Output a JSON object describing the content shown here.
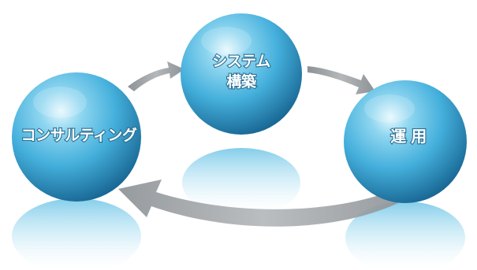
{
  "diagram": {
    "nodes": [
      {
        "id": "consulting",
        "label": "コンサルティング"
      },
      {
        "id": "system_build",
        "label_line1": "システム",
        "label_line2": "構築"
      },
      {
        "id": "operation",
        "label": "運 用"
      }
    ],
    "cycle": [
      "consulting",
      "system_build",
      "operation",
      "consulting"
    ],
    "colors": {
      "sphere_highlight": "#d9f3fb",
      "sphere_mid": "#4fb8e2",
      "sphere_dark": "#1c6f9c",
      "arrow": "#9ea3a6",
      "label_outline": "#2a6f93"
    }
  }
}
